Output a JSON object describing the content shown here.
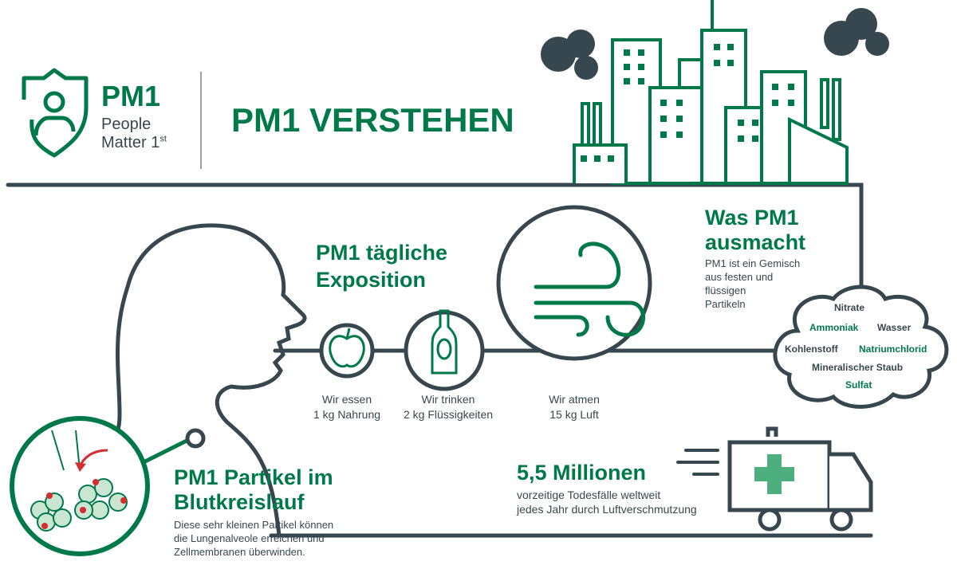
{
  "logo": {
    "title": "PM1",
    "line1": "People",
    "line2": "Matter 1",
    "sup": "st"
  },
  "header": {
    "title": "PM1 VERSTEHEN"
  },
  "exposure": {
    "heading_line1": "PM1 tägliche",
    "heading_line2": "Exposition",
    "items": [
      {
        "icon": "apple-icon",
        "line1": "Wir essen",
        "line2": "1 kg Nahrung"
      },
      {
        "icon": "bottle-icon",
        "line1": "Wir trinken",
        "line2": "2 kg Flüssigkeiten"
      },
      {
        "icon": "wind-icon",
        "line1": "Wir atmen",
        "line2": "15 kg Luft"
      }
    ]
  },
  "composition": {
    "heading_line1": "Was PM1",
    "heading_line2": "ausmacht",
    "text": [
      "PM1 ist ein Gemisch",
      "aus festen und",
      "flüssigen",
      "Partikeln"
    ],
    "cloud": [
      "Nitrate",
      "Ammoniak",
      "Wasser",
      "Kohlenstoff",
      "Natriumchlorid",
      "Mineralischer Staub",
      "Sulfat"
    ]
  },
  "blood": {
    "heading_line1": "PM1 Partikel im",
    "heading_line2": "Blutkreislauf",
    "text": [
      "Diese sehr kleinen Partikel können",
      "die Lungenalveole erreichen und",
      "Zellmembranen überwinden."
    ]
  },
  "deaths": {
    "number": "5,5 Millionen",
    "line1": "vorzeitige Todesfälle weltweit",
    "line2": "jedes Jahr durch Luftverschmutzung"
  },
  "colors": {
    "green": "#00794a",
    "dark": "#37474f",
    "light_green": "#c8e6d2",
    "red": "#d32f2f"
  }
}
